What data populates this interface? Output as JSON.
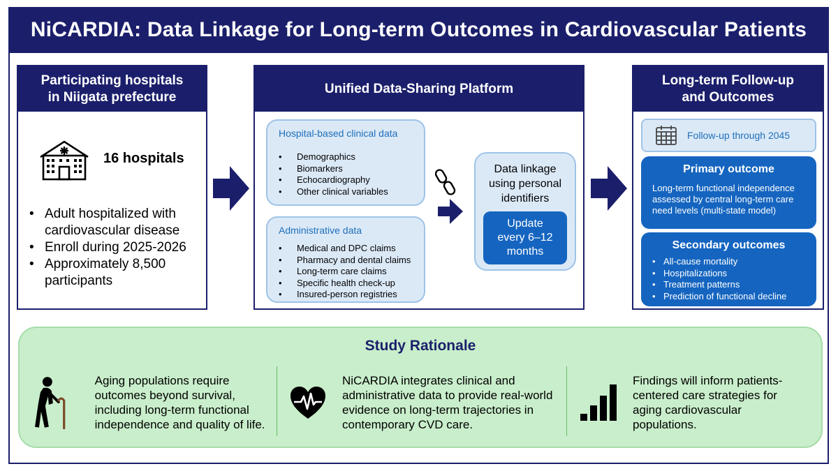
{
  "title": "NiCARDIA: Data Linkage for Long-term Outcomes in Cardiovascular Patients",
  "left_panel": {
    "heading_line1": "Participating hospitals",
    "heading_line2": "in Niigata prefecture",
    "hospital_icon": "hospital-icon",
    "hospital_count": "16 hospitals",
    "bullets": [
      "Adult hospitalized with cardiovascular disease",
      "Enroll during 2025-2026",
      "Approximately 8,500 participants"
    ]
  },
  "middle_panel": {
    "heading": "Unified Data-Sharing Platform",
    "clinical": {
      "title": "Hospital-based clinical data",
      "items": [
        "Demographics",
        "Biomarkers",
        "Echocardiography",
        "Other clinical variables"
      ]
    },
    "administrative": {
      "title": "Administrative data",
      "items": [
        "Medical and DPC claims",
        "Pharmacy and dental claims",
        "Long-term care claims",
        "Specific health check-up",
        "Insured-person registries"
      ]
    },
    "link_icon": "chain-link-icon",
    "linkage_line1": "Data linkage",
    "linkage_line2": "using personal",
    "linkage_line3": "identifiers",
    "update_line1": "Update",
    "update_line2": "every 6–12",
    "update_line3": "months"
  },
  "right_panel": {
    "heading_line1": "Long-term Follow-up",
    "heading_line2": "and Outcomes",
    "calendar_icon": "calendar-icon",
    "followup": "Follow-up through 2045",
    "primary_title": "Primary outcome",
    "primary_text": "Long-term functional independence assessed by central long-term care need levels (multi-state model)",
    "secondary_title": "Secondary outcomes",
    "secondary_items": [
      "All-cause mortality",
      "Hospitalizations",
      "Treatment patterns",
      "Prediction of functional decline"
    ]
  },
  "rationale": {
    "title": "Study Rationale",
    "col1_icon": "elderly-person-icon",
    "col1_text": "Aging populations require outcomes beyond survival, including long-term functional independence and quality of life.",
    "col2_icon": "heart-pulse-icon",
    "col2_text": "NiCARDIA integrates clinical and administrative data to provide real-world evidence on long-term trajectories in contemporary CVD care.",
    "col3_icon": "bar-chart-icon",
    "col3_text": "Findings will inform patients-centered care strategies for aging cardiovascular populations."
  },
  "colors": {
    "navy": "#1b1f6b",
    "blue": "#1565c0",
    "light_blue": "#dbe9f7",
    "green_bg": "#c9eecb"
  }
}
